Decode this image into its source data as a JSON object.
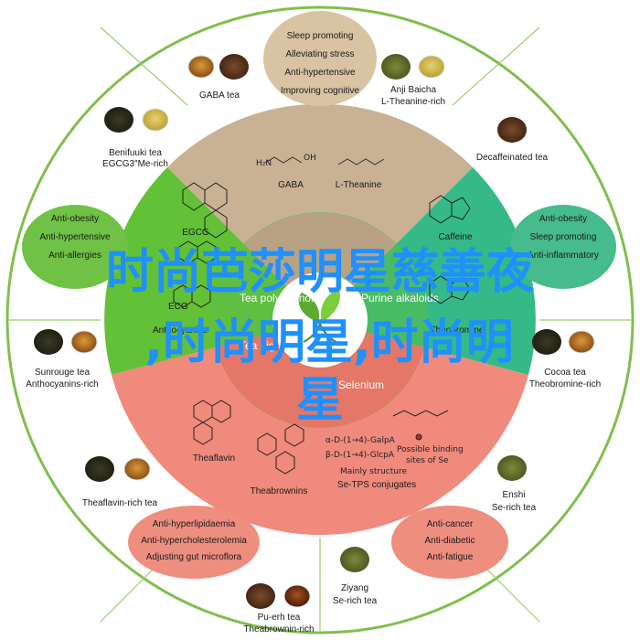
{
  "colors": {
    "ring": "#ffffff",
    "ring_stroke": "#8bbf5a",
    "tan": "#c9b497",
    "green": "#67c23a",
    "teal": "#3cc08d",
    "salmon": "#f08c7d",
    "center": "#ffffff",
    "bubble": "#dcc6a4",
    "overlay_blue": "#1e90ff"
  },
  "center_sections": {
    "tea_polyphenols": "Tea polyphenols",
    "tea_pigments": "Tea pigments",
    "purine": "Purine alkaloids",
    "selenium": "Selenium"
  },
  "compounds": {
    "gaba": "GABA",
    "theanine": "L-Theanine",
    "egcg": "EGCG",
    "ecg": "ECG",
    "anthocyanins": "Anthocyanins",
    "caffeine": "Caffeine",
    "theobromine": "Theobromine",
    "theaflavin": "Theaflavin",
    "theabrownins": "Theabrownins",
    "se_lines": [
      "α-D-(1→4)-GalpA",
      "β-D-(1→4)-GlcpA",
      "Possible binding",
      "sites of Se",
      "Mainly structure",
      "Se-TPS conjugates"
    ]
  },
  "teas": {
    "gaba": [
      "GABA tea"
    ],
    "anji": [
      "Anji Baicha",
      "L-Theanine-rich"
    ],
    "benifuuki": [
      "Benifuuki tea",
      "EGCG3″Me-rich"
    ],
    "decaf": [
      "Decaffeinated tea"
    ],
    "sunrouge": [
      "Sunrouge tea",
      "Anthocyanins-rich"
    ],
    "cocoa": [
      "Cocoa tea",
      "Theobromine-rich"
    ],
    "theaflavin": [
      "Theaflavin-rich tea"
    ],
    "enshi": [
      "Enshi",
      "Se-rich tea"
    ],
    "puerh": [
      "Pu-erh tea",
      "Theabrownin-rich"
    ],
    "ziyang": [
      "Ziyang",
      "Se-rich tea"
    ]
  },
  "benefits": {
    "top": [
      "Sleep promoting",
      "Alleviating stress",
      "Anti-hypertensive",
      "Improving cognitive"
    ],
    "left": [
      "Anti-obesity",
      "Anti-hypertensive",
      "Anti-allergies"
    ],
    "right": [
      "Anti-obesity",
      "Sleep promoting",
      "Anti-inflammatory"
    ],
    "bottom_left": [
      "Anti-hyperlipidaemia",
      "Anti-hypercholesterolemia",
      "Adjusting gut microflora"
    ],
    "bottom_right": [
      "Anti-cancer",
      "Anti-diabetic",
      "Anti-fatigue"
    ]
  },
  "overlay": {
    "line1": "时尚芭莎明星慈善夜",
    "line2": ",时尚明星,时尚明",
    "line3": "星"
  }
}
